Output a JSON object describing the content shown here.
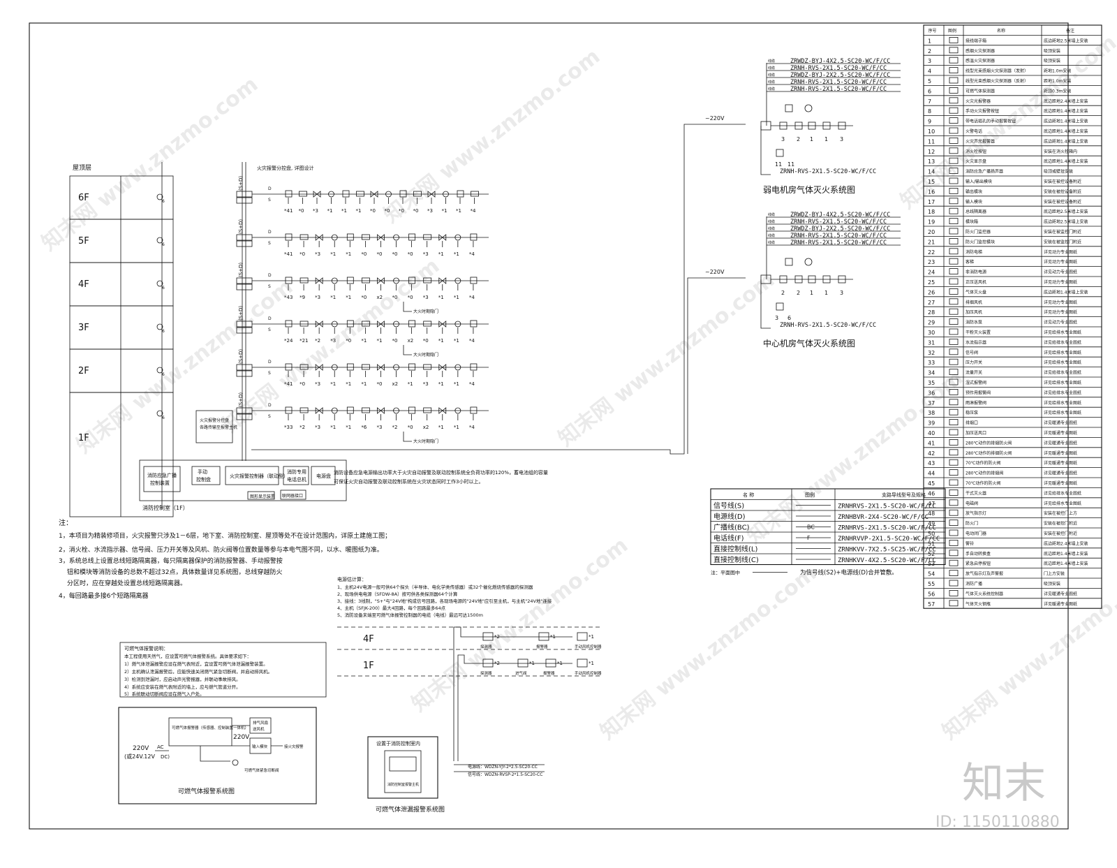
{
  "floors": [
    "6F",
    "5F",
    "4F",
    "3F",
    "2F",
    "1F"
  ],
  "roof_label": "屋顶层",
  "riser_label": "(S+D)",
  "fire_door_label": "大火时期隐门",
  "row_counts": [
    [
      "*41",
      "*0",
      "*3",
      "*1",
      "*1",
      "*1",
      "*0",
      "*0",
      "*0",
      "*0",
      "*3",
      "*1",
      "*1",
      "*4"
    ],
    [
      "*41",
      "*0",
      "*3",
      "*1",
      "*1",
      "*0",
      "*0",
      "*0",
      "*0",
      "*3",
      "*1",
      "*1",
      "*4"
    ],
    [
      "*43",
      "*9",
      "*3",
      "*1",
      "*1",
      "*0",
      "x2",
      "*0",
      "*0",
      "*3",
      "*1",
      "*1",
      "*4"
    ],
    [
      "*24",
      "*21",
      "*2",
      "*3",
      "*0",
      "*1",
      "*1",
      "*0",
      "x2",
      "*0",
      "*1",
      "*1",
      "*4"
    ],
    [
      "*41",
      "*0",
      "*3",
      "*1",
      "*1",
      "*1",
      "*0",
      "x2",
      "*1",
      "*3",
      "*1",
      "*1",
      "*4"
    ],
    [
      "*33",
      "*2",
      "*3",
      "*1",
      "*1",
      "*6",
      "*3",
      "*2",
      "*0",
      "x2",
      "*1",
      "*1",
      "*4"
    ]
  ],
  "control_room": {
    "title": "消防控制室（1F）",
    "blocks": [
      "消防应急广播控制装置",
      "手动控制盘",
      "火灾报警控制器（联动型）",
      "消防专用电话总机",
      "电源盘"
    ],
    "bus_label": "图形显示装置",
    "extra_label": "联网器接口",
    "note_line1": "消防设备应急电源输出功率大于火灾自动报警及联动控制系统全负荷功率的120%，蓄电池组的容量",
    "note_line2": "可保证火灾自动报警及联动控制系统在火灾状态同时工作3小时以上。"
  },
  "local_panel": "火灾报警分控盘 各路传输至报警主机",
  "notes": {
    "heading": "注：",
    "lines": [
      "1，本项目为精装修项目，火灾报警只涉及1－6层，地下室、消防控制室、屋顶等处不在设计范围内，详原土建施工图；",
      "2，消火栓、水流指示器、信号阀、压力开关等及风机、防火阀等位置数量等参与本电气图不同，以水、暖图纸为准。",
      "3，系统总线上设置总线短路隔离器，每只隔离器保护的消防报警器、手动报警按",
      "钮和模块等消防设备的总数不超过32点，具体数量详见系统图，总线穿越防火",
      "分区时，应在穿越处设置总线短路隔离器。",
      "4，每回路最多接6个短路隔离器"
    ]
  },
  "weak_room": {
    "title": "弱电机房气体灭火系统图",
    "cables": [
      "ZRWDZ-BYJ-4X2.5-SC20-WC/F/CC",
      "ZRNH-RVS-2X1.5-SC20-WC/F/CC",
      "ZRWDZ-BYJ-2X2.5-SC20-WC/F/CC",
      "ZRNH-RVS-2X1.5-SC20-WC/F/CC",
      "ZRNH-RVS-2X1.5-SC20-WC/F/CC"
    ],
    "power": "~220V",
    "bottom_cable": "ZRNH-RVS-2X1.5-SC20-WC/F/CC",
    "counts": [
      "3",
      "2",
      "1",
      "1",
      "3"
    ],
    "bottom_counts": [
      "11",
      "11"
    ]
  },
  "center_room": {
    "title": "中心机房气体灭火系统图",
    "cables": [
      "ZRWDZ-BYJ-4X2.5-SC20-WC/F/CC",
      "ZRNH-RVS-2X1.5-SC20-WC/F/CC",
      "ZRWDZ-BYJ-2X2.5-SC20-WC/F/CC",
      "ZRNH-RVS-2X1.5-SC20-WC/F/CC",
      "ZRNH-RVS-2X1.5-SC20-WC/F/CC"
    ],
    "power": "~220V",
    "bottom_cable": "ZRNH-RVS-2X1.5-SC20-WC/F/CC",
    "counts": [
      "2",
      "2",
      "1",
      "1",
      "3"
    ],
    "bottom_counts": [
      "3",
      "6"
    ]
  },
  "wire_table": {
    "headers": [
      "名 称",
      "图例",
      "支路导线型号及规格"
    ],
    "rows": [
      {
        "name": "信号线(S)",
        "code": "",
        "spec": "ZRNHRVS-2X1.5-SC20-WC/F/CC"
      },
      {
        "name": "电源线(D)",
        "code": "",
        "spec": "ZRNHBVR-2X4-SC20-WC/F/CC"
      },
      {
        "name": "广播线(BC)",
        "code": "BC",
        "spec": "ZRNHRVS-2X1.5-SC20-WC/F/CC"
      },
      {
        "name": "电话线(F)",
        "code": "F",
        "spec": "ZRNHRVVP-2X1.5-SC20-WC/F/CC"
      },
      {
        "name": "直接控制线(L)",
        "code": "",
        "spec": "ZRNHKVV-7X2.5-SC25-WC/F/CC"
      },
      {
        "name": "直接控制线(C)",
        "code": "",
        "spec": "ZRNHKVV-4X2.5-SC20-WC/F/CC"
      }
    ],
    "footnote_left": "注：平面图中",
    "footnote_right": "为信号线(S2)+电源线(D)合并管敷。"
  },
  "power_calc": {
    "heading": "电源估计算：",
    "lines": [
      "1、主机24V电源一般可供64个探头（半导体、电化学类传感器）或32个催化燃烧传感器的探测器",
      "2、现场供电电源（SFDW-8A）按可供各类探测器64个计算",
      "3、接线：3线制，\"S+\"与\"24V地\"构成信号回路，各现场电源的\"24V地\"应引至主机，与主机\"24V地\"连接",
      "4、主机（SFJK-200）最大4回路，每个回路最多64点",
      "5、消防设备末端至可燃气体报警控制器的电缆（电线）最远可达1500m"
    ]
  },
  "gas_leak": {
    "floors": [
      "4F",
      "1F"
    ],
    "title": "可燃气体泄漏报警系统图",
    "panel_title": "设置于消防控制室内",
    "panel_caption": "消防控制室报警主机",
    "power_line": "电源线：WDZN-YJY-2*2.5-SC20-CC",
    "signal_line": "信号线：WDZN-RVSP-2*1.5-SC20-CC",
    "devices_4f": [
      "探测器",
      "报警器",
      "手动风机控制器"
    ],
    "devices_1f": [
      "探测器",
      "进气阀",
      "报警器",
      "手动风机控制器"
    ],
    "counts_4f": [
      "*2",
      "*1",
      "*1"
    ],
    "counts_1f": [
      "*2",
      "*1",
      "*1",
      "*1"
    ]
  },
  "gas_alarm_desc": {
    "heading": "可燃气体报警说明：",
    "lines": [
      "本工程使用天然气，应设置可燃气体报警系统。具体要求如下：",
      "1）燃气体泄漏报警应设在燃气表附近，宜设置可燃气体泄漏报警装置。",
      "2）主机确认泄漏报警后，应能快速关闭燃气紧急切断阀，并启动排风机。",
      "3）检测到泄漏时，应启动声光警报器，并联动事故排风。",
      "4）系统应安装在燃气表附近的墙上，应与燃气管道分开。",
      "5）系统联动切断阀应设在燃气入户处。"
    ]
  },
  "gas_alarm_system": {
    "title": "可燃气体报警系统图",
    "controller": "可燃气体报警器（传感器、控制装置一体机）",
    "power_in": "220V",
    "power_sub": "(或24V.12V",
    "ac": "AC",
    "dc": "DC)",
    "out_220": "220V",
    "fan": "排气风扇",
    "fan_sub": "送风机",
    "alarm": "接火灾报警",
    "valve": "可燃气体紧急切断阀",
    "output": "输入模块"
  },
  "legend": {
    "headers": [
      "序号",
      "图例",
      "名称",
      "备注"
    ],
    "rows": [
      [
        "1",
        "接线端子箱",
        "底边距地2.5米墙上安装"
      ],
      [
        "2",
        "感烟火灾探测器",
        "吸顶安装"
      ],
      [
        "3",
        "感温火灾探测器",
        "吸顶安装"
      ],
      [
        "4",
        "线型光束感烟火灾探测器（发射）",
        "距地1.0m安装"
      ],
      [
        "5",
        "线型光束感烟火灾探测器（反射）",
        "距地1.0m安装"
      ],
      [
        "6",
        "可燃气体探测器",
        "距顶0.3m安装"
      ],
      [
        "7",
        "火灾光报警器",
        "底边距地2.4米墙上安装"
      ],
      [
        "8",
        "手动火灾报警按钮",
        "底边距地1.4米墙上安装"
      ],
      [
        "9",
        "带电话插孔的手动报警按钮",
        "底边距地1.4米墙上安装"
      ],
      [
        "10",
        "火警电话",
        "底边距地1.4米墙上安装"
      ],
      [
        "11",
        "火灾声光报警器",
        "底边距地1.4米墙上安装"
      ],
      [
        "12",
        "消火栓按钮",
        "安装在消火栓箱内"
      ],
      [
        "13",
        "火灾显示盘",
        "底边距地1.4米墙上安装"
      ],
      [
        "14",
        "消防应急广播扬声器",
        "吸顶或壁挂安装"
      ],
      [
        "15",
        "输入/输出模块",
        "安装在被控设备附近"
      ],
      [
        "16",
        "输出模块",
        "安装在被控设备附近"
      ],
      [
        "17",
        "输入模块",
        "安装在被控设备附近"
      ],
      [
        "18",
        "总线隔离器",
        "底边距地2.5米墙上安装"
      ],
      [
        "19",
        "模块箱",
        "底边距地2.5米墙上安装"
      ],
      [
        "20",
        "防火门监控器",
        "安装在被监控门附近"
      ],
      [
        "21",
        "防火门监控模块",
        "安装在被监控门附近"
      ],
      [
        "22",
        "消防电梯",
        "详见动力专业图纸"
      ],
      [
        "23",
        "客梯",
        "详见动力专业图纸"
      ],
      [
        "24",
        "非消防电源",
        "详见动力专业图纸"
      ],
      [
        "25",
        "正压送风机",
        "详见动力专业图纸"
      ],
      [
        "26",
        "气体灭火盘",
        "底边距地1.4米墙上安装"
      ],
      [
        "27",
        "排烟风机",
        "详见动力专业图纸"
      ],
      [
        "28",
        "加压风机",
        "详见动力专业图纸"
      ],
      [
        "29",
        "消防水泵",
        "详见动力专业图纸"
      ],
      [
        "30",
        "干粉灭火装置",
        "详见给排水专业图纸"
      ],
      [
        "31",
        "水流指示器",
        "详见给排水专业图纸"
      ],
      [
        "32",
        "信号阀",
        "详见给排水专业图纸"
      ],
      [
        "33",
        "压力开关",
        "详见给排水专业图纸"
      ],
      [
        "34",
        "流量开关",
        "详见给排水专业图纸"
      ],
      [
        "35",
        "湿式报警阀",
        "详见给排水专业图纸"
      ],
      [
        "36",
        "预作用报警阀",
        "详见给排水专业图纸"
      ],
      [
        "37",
        "雨淋报警阀",
        "详见给排水专业图纸"
      ],
      [
        "38",
        "稳压泵",
        "详见给排水专业图纸"
      ],
      [
        "39",
        "排烟口",
        "详见暖通专业图纸"
      ],
      [
        "40",
        "加压送风口",
        "详见暖通专业图纸"
      ],
      [
        "41",
        "280℃动作的排烟防火阀",
        "详见暖通专业图纸"
      ],
      [
        "42",
        "280℃动作的排烟防火阀",
        "详见暖通专业图纸"
      ],
      [
        "43",
        "70℃动作的防火阀",
        "详见暖通专业图纸"
      ],
      [
        "44",
        "280℃动作的排烟阀",
        "详见暖通专业图纸"
      ],
      [
        "45",
        "70℃动作的防火阀",
        "详见暖通专业图纸"
      ],
      [
        "46",
        "干式灭火器",
        "详见给排水专业图纸"
      ],
      [
        "47",
        "电磁阀",
        "详见给排水专业图纸"
      ],
      [
        "48",
        "放气指示灯",
        "安装在被控门上方"
      ],
      [
        "49",
        "防火门",
        "安装在被控门附近"
      ],
      [
        "50",
        "电动闭门器",
        "安装在被控门附近"
      ],
      [
        "51",
        "警铃",
        "底边距地2.4米墙上安装"
      ],
      [
        "52",
        "手自动转换盒",
        "底边距地1.4米墙上安装"
      ],
      [
        "53",
        "紧急启停按钮",
        "底边距地1.4米墙上安装"
      ],
      [
        "54",
        "放气指示灯及声警报",
        "门上方安装"
      ],
      [
        "55",
        "消防广播",
        "吸顶安装"
      ],
      [
        "56",
        "气体灭火系统控制器",
        "详见暖通专业图纸"
      ],
      [
        "57",
        "气体灭火钢瓶",
        "详见暖通专业图纸"
      ]
    ]
  },
  "watermarks": {
    "site": "www.znzmo.com",
    "brand": "知末网",
    "logo": "知末",
    "id": "ID: 1150110880"
  }
}
